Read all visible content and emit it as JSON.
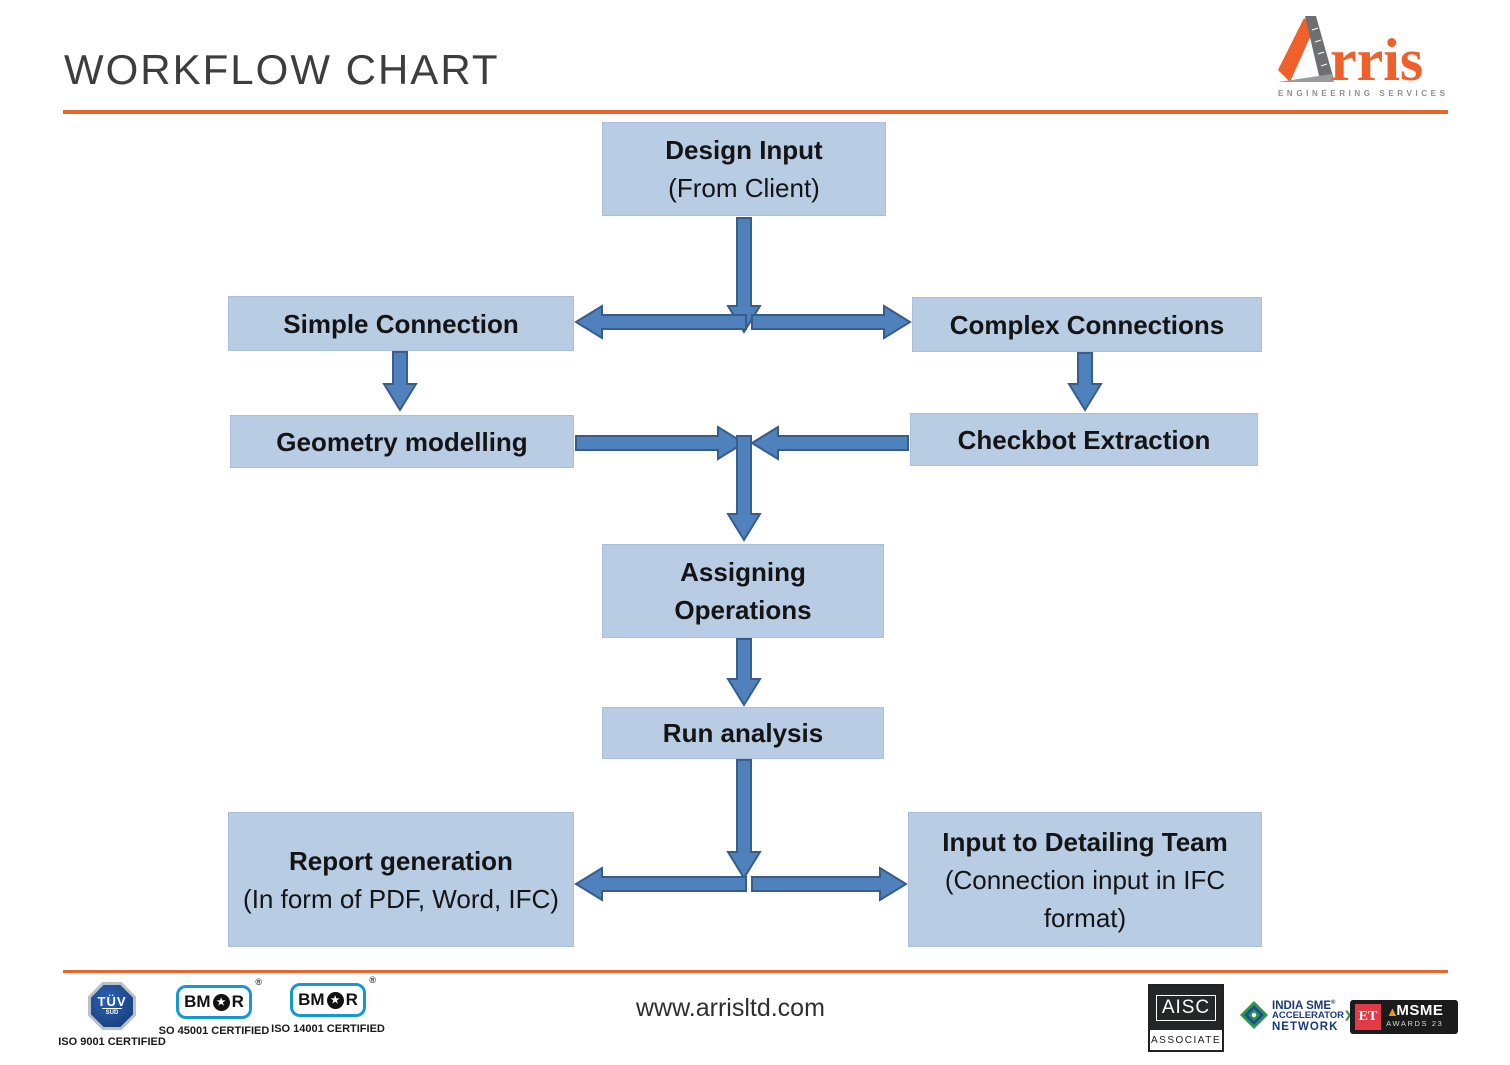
{
  "header": {
    "title": "WORKFLOW CHART",
    "logo": {
      "brand_text": "rris",
      "tagline": "ENGINEERING SERVICES"
    }
  },
  "colors": {
    "accent_orange": "#E8662B",
    "box_fill": "#B8CCE4",
    "arrow_fill": "#4F81BD",
    "arrow_stroke": "#385D8A",
    "logo_orange": "#F0602B"
  },
  "flowchart": {
    "boxes": [
      {
        "id": "design-input",
        "title": "Design Input",
        "subtitle": "(From Client)"
      },
      {
        "id": "simple-connection",
        "title": "Simple Connection",
        "subtitle": ""
      },
      {
        "id": "complex-connections",
        "title": "Complex Connections",
        "subtitle": ""
      },
      {
        "id": "geometry-modelling",
        "title": "Geometry modelling",
        "subtitle": ""
      },
      {
        "id": "checkbot-extraction",
        "title": "Checkbot Extraction",
        "subtitle": ""
      },
      {
        "id": "assigning-operations",
        "title": "Assigning Operations",
        "subtitle": ""
      },
      {
        "id": "run-analysis",
        "title": "Run analysis",
        "subtitle": ""
      },
      {
        "id": "report-generation",
        "title": "Report generation",
        "subtitle": "(In form of PDF, Word, IFC)"
      },
      {
        "id": "input-to-detailing-team",
        "title": "Input to Detailing Team",
        "subtitle": "(Connection input in IFC format)"
      }
    ],
    "connections": [
      {
        "from": "Design Input",
        "to": "Simple Connection"
      },
      {
        "from": "Design Input",
        "to": "Complex Connections"
      },
      {
        "from": "Simple Connection",
        "to": "Geometry modelling"
      },
      {
        "from": "Complex Connections",
        "to": "Checkbot Extraction"
      },
      {
        "from": "Geometry modelling",
        "to": "Assigning Operations"
      },
      {
        "from": "Checkbot Extraction",
        "to": "Assigning Operations"
      },
      {
        "from": "Assigning Operations",
        "to": "Run analysis"
      },
      {
        "from": "Run analysis",
        "to": "Report generation"
      },
      {
        "from": "Run analysis",
        "to": "Input to Detailing Team"
      }
    ]
  },
  "footer": {
    "website": "www.arrisltd.com",
    "certifications": [
      {
        "logo": "tuv-sud",
        "label": "ISO 9001 CERTIFIED"
      },
      {
        "logo": "bmqr",
        "label": "SO 45001 CERTIFIED"
      },
      {
        "logo": "bmqr",
        "label": "ISO 14001 CERTIFIED"
      }
    ],
    "tuv": {
      "line1": "TÜV",
      "line2": "SÜD"
    },
    "bmqr": {
      "left": "BM",
      "star": "★",
      "right": "R",
      "registered": "®"
    },
    "aisc": {
      "title": "AISC",
      "subtitle": "ASSOCIATE"
    },
    "india_sme": {
      "line1": "INDIA SME",
      "registered": "®",
      "line2": "ACCELERATOR",
      "chevron": "❯",
      "line3": "NETWORK"
    },
    "et_msme": {
      "prefix": "ET",
      "triangle": "▲",
      "title": "MSME",
      "subtitle": "AWARDS 23"
    }
  }
}
